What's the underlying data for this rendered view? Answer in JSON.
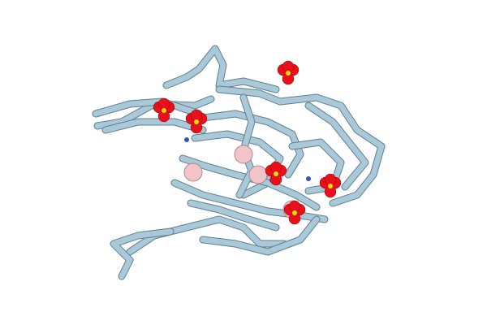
{
  "colors": {
    "background": "#ffffff",
    "ribbon": "#a9c8d8",
    "ribbon_edge": "#5f7f90",
    "oxygen": "#e8101a",
    "sulfur": "#e8e000",
    "ligand_pink": "#f2c4c8",
    "nitrogen": "#3050d0"
  },
  "icons": [
    "protein-ribbon",
    "sulfate-ion",
    "ligand"
  ]
}
